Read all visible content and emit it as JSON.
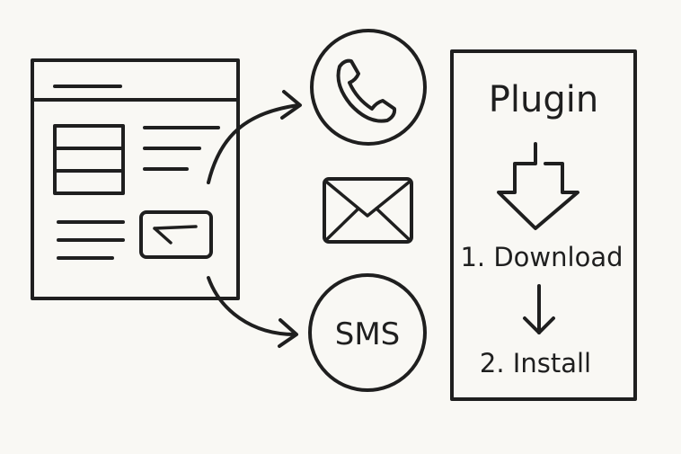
{
  "channels": {
    "sms_label": "SMS"
  },
  "plugin": {
    "title": "Plugin",
    "step1": "1. Download",
    "step2": "2. Install"
  },
  "icons": {
    "form": "web-form-icon",
    "phone": "phone-icon",
    "email": "envelope-icon",
    "sms": "sms-icon",
    "download": "download-arrow-icon"
  },
  "colors": {
    "ink": "#1f1f1f",
    "background": "#f9f8f4"
  }
}
